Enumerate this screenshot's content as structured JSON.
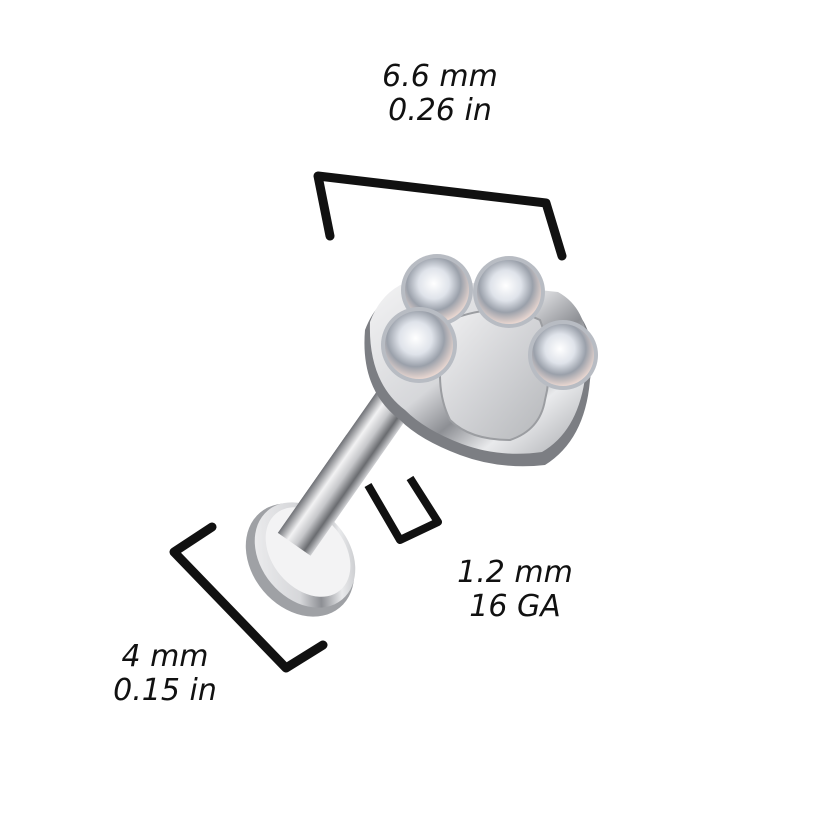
{
  "product": {
    "type": "labret stud with paw-print top",
    "stones": 4,
    "stone_color": "clear",
    "metal_color": "#c8c9cc"
  },
  "dimensions": {
    "top_width": {
      "mm": "6.6 mm",
      "in": "0.26 in"
    },
    "bar_gauge": {
      "mm": "1.2 mm",
      "ga": "16 GA"
    },
    "disc_diameter": {
      "mm": "4 mm",
      "in": "0.15 in"
    }
  },
  "colors": {
    "background": "#ffffff",
    "bracket": "#111111",
    "text": "#111111"
  }
}
